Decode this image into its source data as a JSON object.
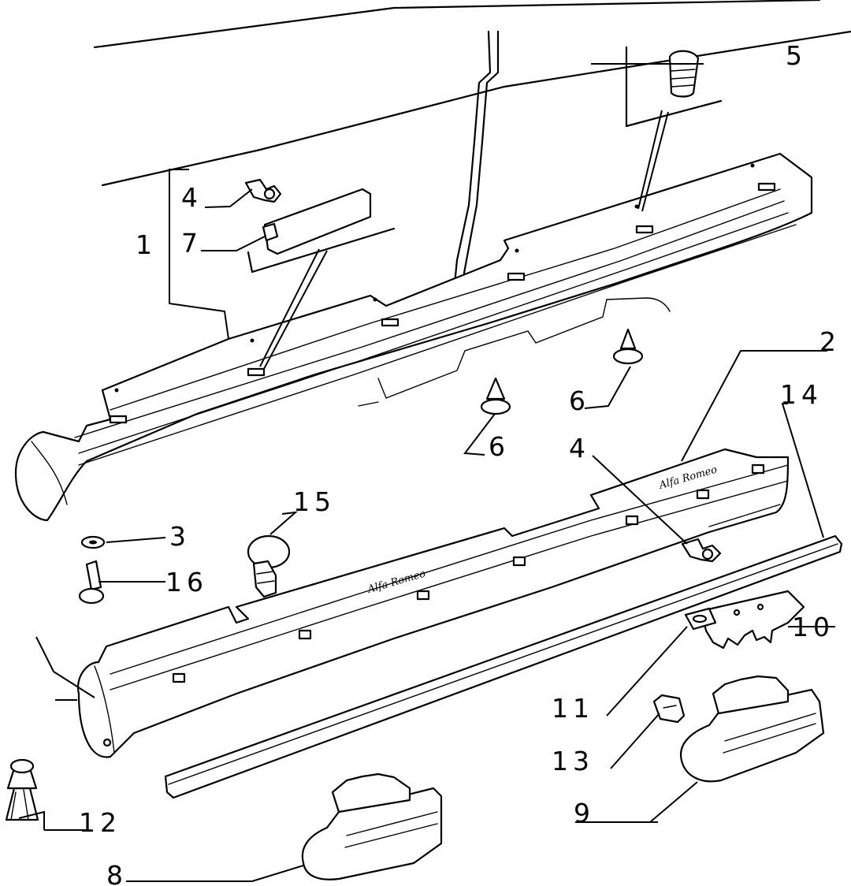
{
  "diagram": {
    "callouts": [
      {
        "id": "c1",
        "label": "1"
      },
      {
        "id": "c2",
        "label": "2"
      },
      {
        "id": "c3",
        "label": "3"
      },
      {
        "id": "c4a",
        "label": "4"
      },
      {
        "id": "c4b",
        "label": "4"
      },
      {
        "id": "c5",
        "label": "5"
      },
      {
        "id": "c6a",
        "label": "6"
      },
      {
        "id": "c6b",
        "label": "6"
      },
      {
        "id": "c7",
        "label": "7"
      },
      {
        "id": "c8",
        "label": "8"
      },
      {
        "id": "c9",
        "label": "9"
      },
      {
        "id": "c10",
        "label": "10"
      },
      {
        "id": "c11",
        "label": "11"
      },
      {
        "id": "c12",
        "label": "12"
      },
      {
        "id": "c13",
        "label": "13"
      },
      {
        "id": "c14",
        "label": "14"
      },
      {
        "id": "c15",
        "label": "15"
      },
      {
        "id": "c16",
        "label": "16"
      }
    ],
    "logo_text": "Alfa Romeo"
  }
}
